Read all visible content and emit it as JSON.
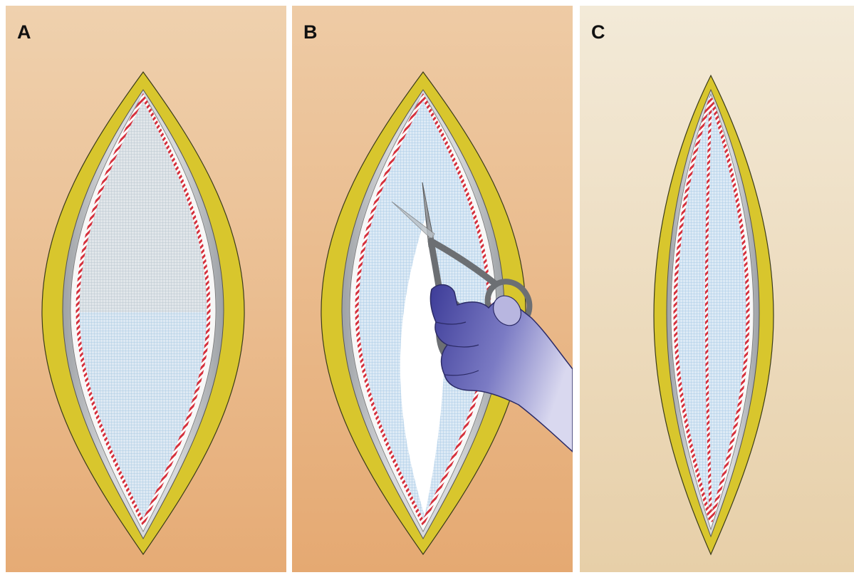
{
  "panels": [
    {
      "label": "A"
    },
    {
      "label": "B"
    },
    {
      "label": "C"
    }
  ],
  "colors": {
    "skin_light": "#efd1ae",
    "skin_dark": "#e6ab75",
    "skin_c_light": "#f3ead8",
    "skin_c_dark": "#e7cfa8",
    "fat_yellow": "#d8c62d",
    "fascia_gray": "#c9cbcd",
    "mesh_blue": "#a9cbe6",
    "suture_red": "#d5303c",
    "glove_blue": "#4a49a3",
    "scissors_gray": "#9a9da1"
  },
  "icons": {
    "scissors": "scissors-icon",
    "hand": "gloved-hand-icon"
  }
}
